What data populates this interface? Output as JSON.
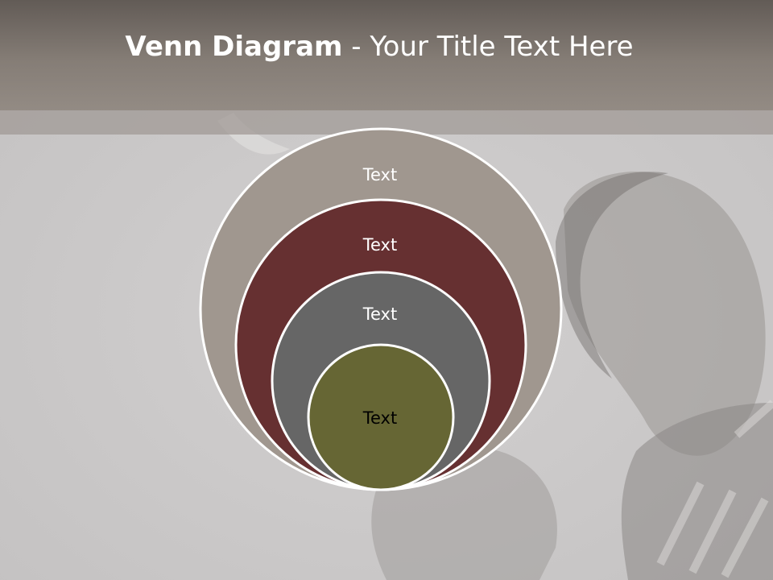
{
  "slide": {
    "title_bold": "Venn Diagram",
    "title_rest": " - Your Title Text Here"
  },
  "diagram": {
    "circles": [
      {
        "label": "Text",
        "color": "#a0978f"
      },
      {
        "label": "Text",
        "color": "#663031"
      },
      {
        "label": "Text",
        "color": "#666666"
      },
      {
        "label": "Text",
        "color": "#666634"
      }
    ],
    "outline_color": "#ffffff"
  }
}
